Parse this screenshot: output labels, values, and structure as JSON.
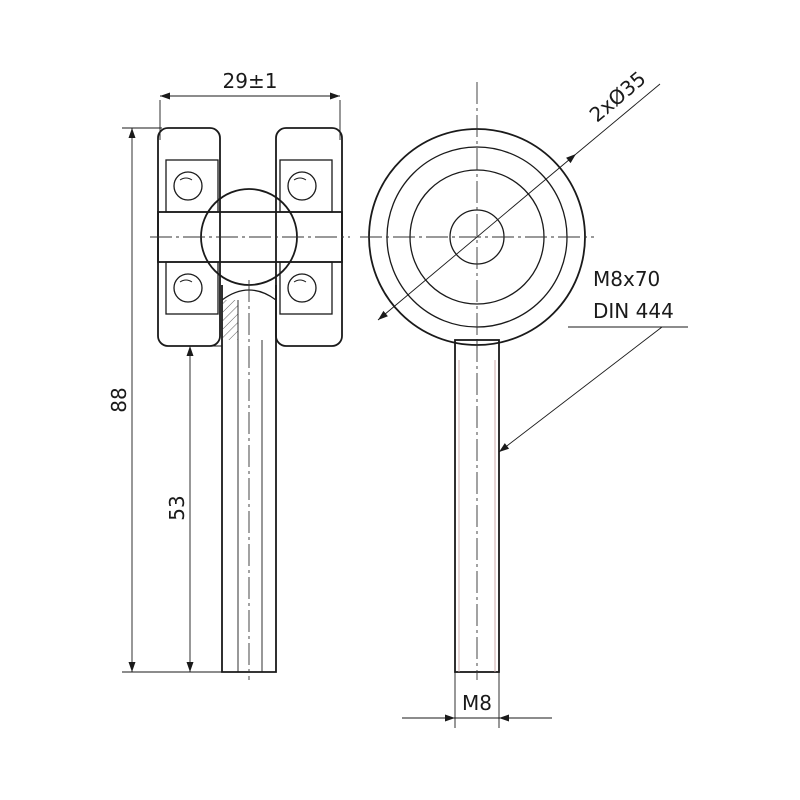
{
  "drawing": {
    "dimensions": {
      "width": "29±1",
      "height_total": "88",
      "height_shaft": "53",
      "wheel_diameter": "2xØ35",
      "thread": "M8"
    },
    "callout": {
      "line1": "M8x70",
      "line2": "DIN 444"
    }
  }
}
